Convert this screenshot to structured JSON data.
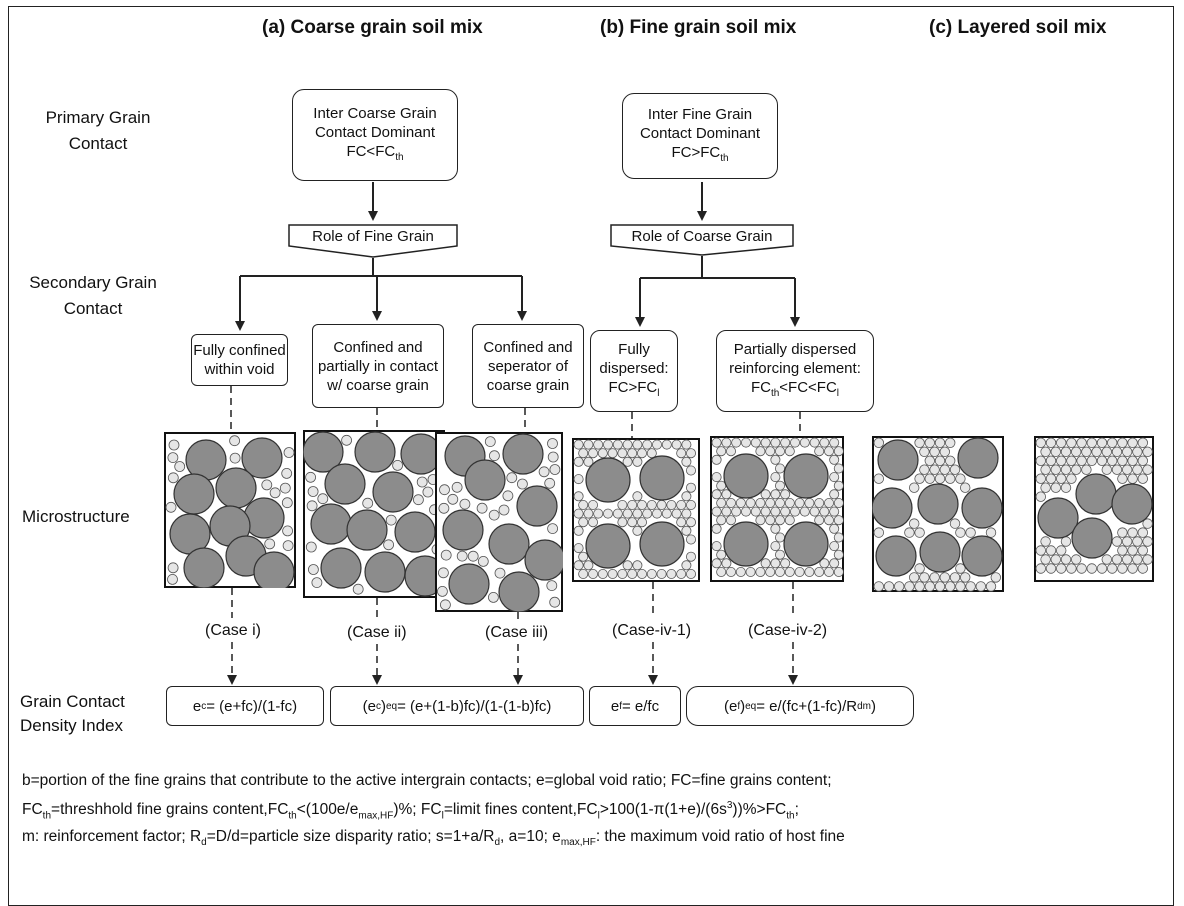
{
  "headers": {
    "a": "(a) Coarse grain soil mix",
    "b": "(b) Fine grain soil mix",
    "c": "(c) Layered soil mix"
  },
  "row_labels": {
    "primary_1": "Primary Grain",
    "primary_2": "Contact",
    "secondary_1": "Secondary Grain",
    "secondary_2": "Contact",
    "micro": "Microstructure",
    "gcdi_1": "Grain Contact",
    "gcdi_2": "Density Index"
  },
  "primary": {
    "coarse": {
      "line1": "Inter Coarse Grain",
      "line2": "Contact Dominant",
      "line3": "FC<FC",
      "sub": "th"
    },
    "fine": {
      "line1": "Inter Fine Grain",
      "line2": "Contact Dominant",
      "line3": "FC>FC",
      "sub": "th"
    }
  },
  "role": {
    "fine": "Role of Fine Grain",
    "coarse": "Role of Coarse Grain"
  },
  "secondary": {
    "s1": {
      "line1": "Fully confined",
      "line2": "within void"
    },
    "s2": {
      "line1": "Confined and",
      "line2": "partially in contact",
      "line3": "w/ coarse grain"
    },
    "s3": {
      "line1": "Confined and",
      "line2": "seperator of",
      "line3": "coarse grain"
    },
    "s4": {
      "line1": "Fully",
      "line2": "dispersed:",
      "line3": "FC>FC",
      "sub": "l"
    },
    "s5": {
      "line1": "Partially dispersed",
      "line2": "reinforcing element:",
      "l3a": "FC",
      "l3asub": "th",
      "l3b": "<FC<FC",
      "l3bsub": "l"
    }
  },
  "cases": [
    "(Case i)",
    "(Case ii)",
    "(Case iii)",
    "(Case-iv-1)",
    "(Case-iv-2)"
  ],
  "equations": {
    "e1": {
      "lhs": "e",
      "lhs_sub": "c",
      "rhs": " = (e+fc)/(1-fc)"
    },
    "e2": {
      "lhs": "(e",
      "lhs_sub": "c",
      "lhs2": ")",
      "lhs2_sub": "eq",
      "rhs": " = (e+(1-b)fc)/(1-(1-b)fc)"
    },
    "e3": {
      "lhs": "e",
      "lhs_sub": "f",
      "rhs": " = e/fc"
    },
    "e4": {
      "lhs": "(e",
      "lhs_sub": "f",
      "lhs2": ")",
      "lhs2_sub": "eq",
      "rhs": " = e/(fc+(1-fc)/R",
      "rhs_sub": "d",
      "rhs_sup": "m",
      "rhs_end": ")"
    }
  },
  "footnote": {
    "line1": "b=portion of the fine grains that contribute to the active intergrain contacts; e=global void ratio; FC=fine grains content;",
    "l2_a": "FC",
    "l2_a_sub": "th",
    "l2_b": "=threshhold fine grains content,FC",
    "l2_b_sub": "th",
    "l2_c": "<(100e/e",
    "l2_c_sub": "max,HF",
    "l2_d": ")%; FC",
    "l2_d_sub": "l",
    "l2_e": "=limit fines content,FC",
    "l2_e_sub": "l",
    "l2_f": ">100(1-π(1+e)/(6s",
    "l2_f_sup": "3",
    "l2_g": "))%>FC",
    "l2_g_sub": "th",
    "l2_h": ";",
    "l3_a": "m: reinforcement factor; R",
    "l3_a_sub": "d",
    "l3_b": "=D/d=particle size disparity ratio; s=1+a/R",
    "l3_b_sub": "d",
    "l3_c": ", a=10; e",
    "l3_c_sub": "max,HF",
    "l3_d": ": the maximum void ratio of host fine"
  },
  "colors": {
    "coarse_grain": "#8c8c8c",
    "fine_grain": "#e6e6e6",
    "line": "#222222"
  }
}
